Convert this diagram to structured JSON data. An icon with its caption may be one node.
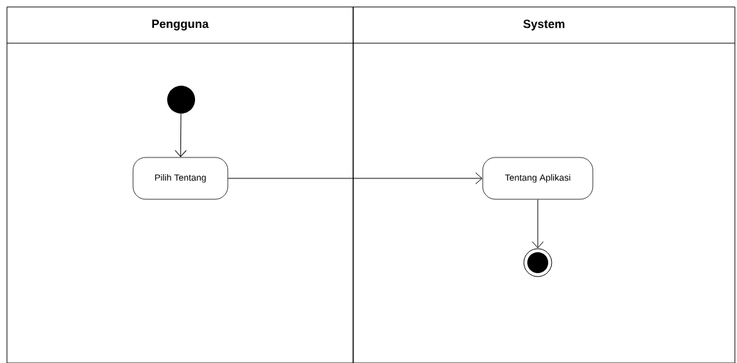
{
  "diagram": {
    "nodes": [
      {
        "text": [
          "Pengguna"
        ]
      },
      {
        "text": [
          "System"
        ]
      },
      {
        "text": [],
        "shape": "circle",
        "in": 0
      },
      {
        "text": [
          "Pilih Tentang"
        ],
        "in": 0
      },
      {
        "text": [
          "Tentang Aplikasi"
        ],
        "in": 1
      },
      {
        "text": [],
        "shape": "bullseye",
        "in": 1
      }
    ],
    "edges": [
      {
        "from": 2,
        "to": 3,
        "arrow": "to"
      },
      {
        "from": 3,
        "to": 4,
        "arrow": "to"
      },
      {
        "from": 4,
        "to": 5,
        "arrow": "to"
      }
    ]
  }
}
